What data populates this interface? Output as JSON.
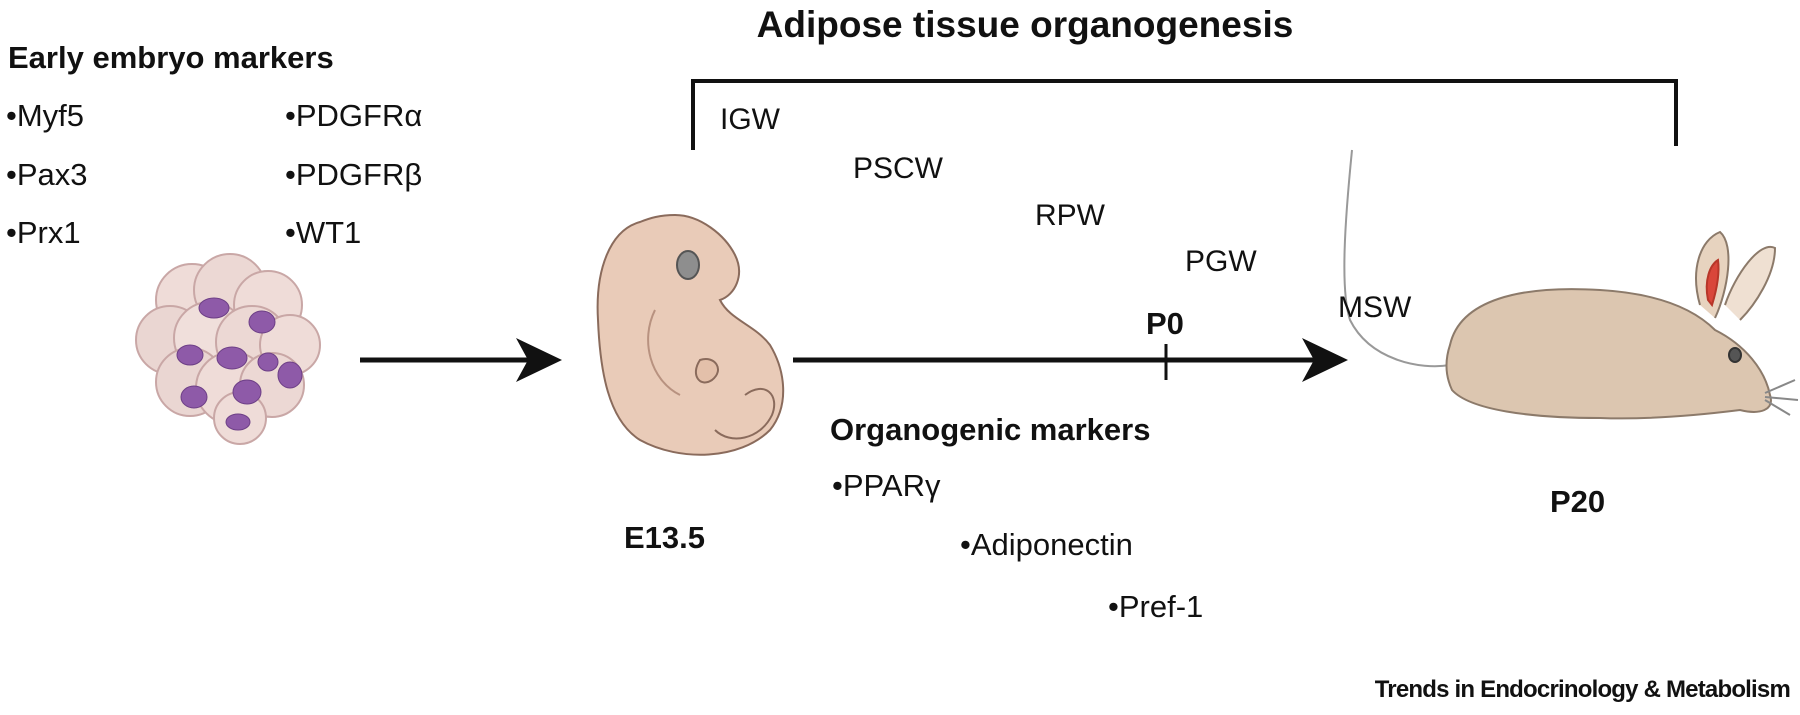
{
  "title": "Adipose tissue organogenesis",
  "early_markers": {
    "heading": "Early embryo markers",
    "col1": [
      "•Myf5",
      "•Pax3",
      "•Prx1"
    ],
    "col2": [
      "•PDGFRα",
      "•PDGFRβ",
      "•WT1"
    ]
  },
  "depots": [
    "IGW",
    "PSCW",
    "RPW",
    "PGW",
    "MSW"
  ],
  "timeline": {
    "tick_label": "P0"
  },
  "organogenic_markers": {
    "heading": "Organogenic markers",
    "items": [
      "•PPARγ",
      "•Adiponectin",
      "•Pref-1"
    ]
  },
  "stages": {
    "embryo": "E13.5",
    "mouse": "P20"
  },
  "footer": "Trends in Endocrinology & Metabolism",
  "colors": {
    "line": "#111111",
    "cell": "#ead7d3",
    "nucleus": "#8e5aa8",
    "skin": "#e7c8b4",
    "fur": "#d9c3ad",
    "ear": "#d9463a"
  }
}
